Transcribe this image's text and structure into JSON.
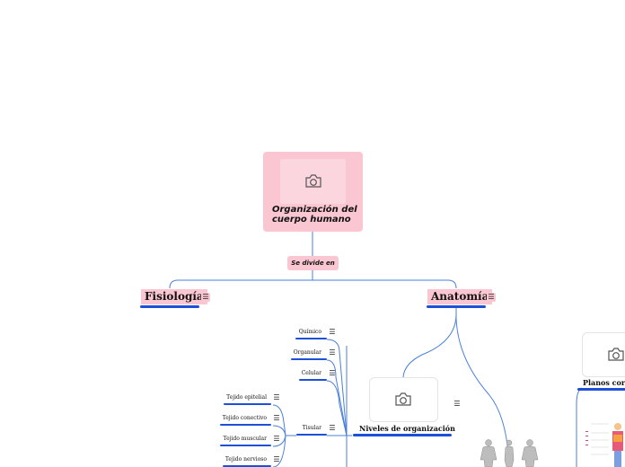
{
  "colors": {
    "accent": "#1d4fd7",
    "topic_fill": "#f9c6d1",
    "line": "#4a7fd8"
  },
  "root": {
    "title": "Organización del cuerpo humano",
    "icon": "camera-icon"
  },
  "connector": {
    "label": "Se divide en"
  },
  "topics": {
    "left": {
      "label": "Fisiología",
      "icon": "menu-icon"
    },
    "right": {
      "label": "Anatomía",
      "icon": "menu-icon"
    }
  },
  "levels": {
    "title": "Niveles de organización",
    "icon": "camera-icon",
    "items": [
      "Químico",
      "Organular",
      "Celular",
      "Tisular"
    ],
    "tisular_children": [
      "Tejido epitelial",
      "Tejido conectivo",
      "Tejido muscular",
      "Tejido nervioso"
    ]
  },
  "planes": {
    "title": "Planos corp",
    "icon": "camera-icon"
  }
}
